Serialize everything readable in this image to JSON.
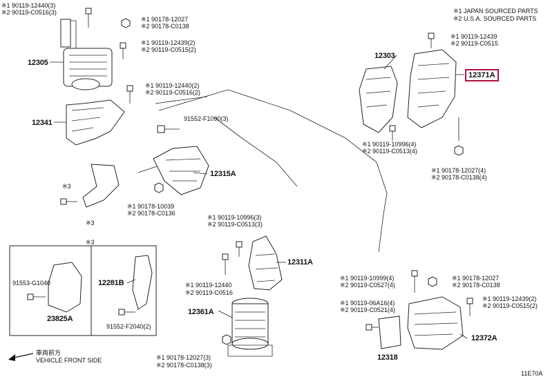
{
  "legend": {
    "line1": "※1 JAPAN SOURCED PARTS",
    "line2": "※2 U.S.A. SOURCED PARTS"
  },
  "parts": {
    "p12305": "12305",
    "p12341": "12341",
    "p12315A": "12315A",
    "p12303": "12303",
    "p12371A": "12371A",
    "p12311A": "12311A",
    "p12361A": "12361A",
    "p12372A": "12372A",
    "p12318": "12318",
    "p12281B": "12281B",
    "p23825A": "23825A"
  },
  "callouts": {
    "tl_a": "※1 90119-12440(3)",
    "tl_b": "※2 90119-C0516(3)",
    "t1_a": "※1 90178-12027",
    "t1_b": "※2 90178-C0138",
    "t2_a": "※1 90119-12439(2)",
    "t2_b": "※2 90119-C0515(2)",
    "m1_a": "※1 90119-12440(2)",
    "m1_b": "※2 90119-C0516(2)",
    "m2": "91552-F1090(3)",
    "x3a": "※3",
    "x3b": "※3",
    "x3box": "※3",
    "n1_a": "※1 90178-10039",
    "n1_b": "※2 90178-C0136",
    "r1_a": "※1 90119-12439",
    "r1_b": "※2 90119-C0515",
    "r2_a": "※1 90119-10996(4)",
    "r2_b": "※2 90119-C0513(4)",
    "r3_a": "※1 90178-12027(4)",
    "r3_b": "※2 90178-C0138(4)",
    "c1_a": "※1 90119-10996(3)",
    "c1_b": "※2 90119-C0513(3)",
    "c2_a": "※1 90119-12440",
    "c2_b": "※2 90119-C0516",
    "c3_a": "※1 90178-12027(3)",
    "c3_b": "※2 90178-C0138(3)",
    "b1_a": "※1 90119-10999(4)",
    "b1_b": "※2 90119-C0527(4)",
    "b2_a": "※1 90178-12027",
    "b2_b": "※2 90178-C0138",
    "b3_a": "※1 90119-06A16(4)",
    "b3_b": "※2 90119-C0521(4)",
    "b4_a": "※1 90119-12439(2)",
    "b4_b": "※2 90119-C0515(2)",
    "box1": "91553-G1040",
    "box2": "91552-F2040(2)"
  },
  "footer": {
    "jp": "車両前方",
    "en": "VEHICLE FRONT SIDE",
    "code": "11E70A"
  }
}
